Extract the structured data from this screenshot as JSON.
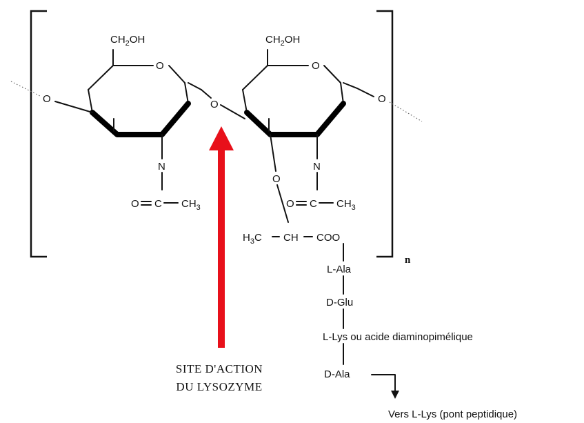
{
  "ring1": {
    "ch2oh": "CH",
    "ch2oh_sub": "2",
    "ch2oh_tail": "OH",
    "ring_o": "O",
    "n": "N",
    "acetyl_o": "O",
    "acetyl_c": "C",
    "acetyl_ch3": "CH",
    "acetyl_ch3_sub": "3"
  },
  "ring2": {
    "ch2oh": "CH",
    "ch2oh_sub": "2",
    "ch2oh_tail": "OH",
    "ring_o": "O",
    "n": "N",
    "ether_o": "O",
    "acetyl_o": "O",
    "acetyl_c": "C",
    "acetyl_ch3": "CH",
    "acetyl_ch3_sub": "3"
  },
  "linkages": {
    "left_o": "O",
    "glyco_o": "O",
    "right_o": "O"
  },
  "lactyl": {
    "h3c": "H",
    "h3c_sub": "3",
    "h3c_tail": "C",
    "ch": "CH",
    "coo": "COO"
  },
  "repeat_index": "n",
  "peptide": [
    "L-Ala",
    "D-Glu",
    "L-Lys ou acide diaminopimélique",
    "D-Ala"
  ],
  "bridge_label": "Vers L-Lys (pont peptidique)",
  "lysozyme_site": {
    "line1": "SITE D'ACTION",
    "line2": "DU LYSOZYME"
  },
  "colors": {
    "arrow": "#e8101a",
    "ink": "#111111"
  }
}
